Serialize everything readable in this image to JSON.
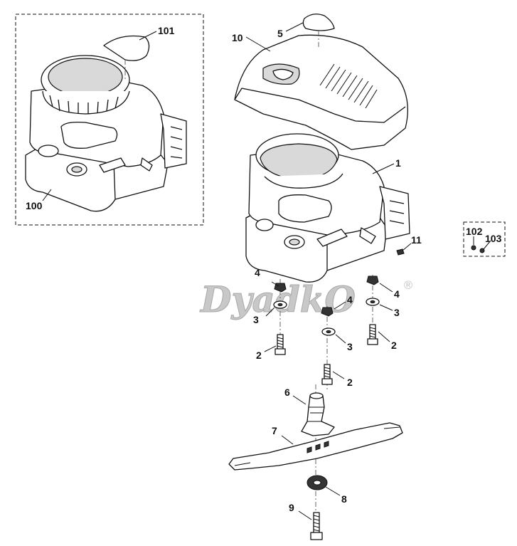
{
  "watermark": {
    "text": "DyadkO",
    "registered_mark": "®"
  },
  "callouts": {
    "c101": "101",
    "c100": "100",
    "c10": "10",
    "c5": "5",
    "c1": "1",
    "c11": "11",
    "c102": "102",
    "c103": "103",
    "c4a": "4",
    "c4b": "4",
    "c4c": "4",
    "c3a": "3",
    "c3b": "3",
    "c3c": "3",
    "c2a": "2",
    "c2b": "2",
    "c2c": "2",
    "c6": "6",
    "c7": "7",
    "c8": "8",
    "c9": "9"
  }
}
